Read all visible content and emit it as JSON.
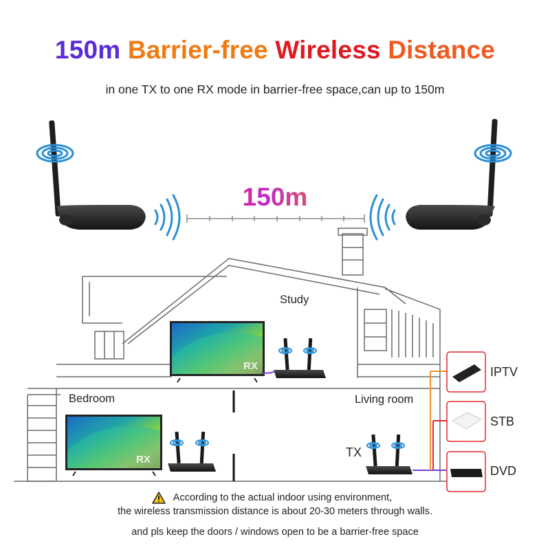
{
  "headline": {
    "part1": "150m",
    "part2": "Barrier-free",
    "part3": "Wireless",
    "part4": "Distance"
  },
  "subtitle": "in one TX to one RX mode in barrier-free space,can up to 150m",
  "distance_label": "150m",
  "rooms": {
    "study": "Study",
    "bedroom": "Bedroom",
    "living_room": "Living room"
  },
  "tv_labels": {
    "study_tv": "RX",
    "bedroom_tv": "RX"
  },
  "tx_label": "TX",
  "devices": {
    "iptv": "IPTV",
    "stb": "STB",
    "dvd": "DVD"
  },
  "note": {
    "line1": "According to the actual indoor using environment,",
    "line2": "the wireless transmission distance is about 20-30 meters through walls.",
    "line3": "and pls keep the doors / windows open to be a barrier-free space"
  },
  "icons": [
    "wifi-signal-icon",
    "warning-icon",
    "antenna-icon"
  ],
  "colors": {
    "headline_blue_purple": "#5a2bd6",
    "headline_orange": "#f07a12",
    "headline_red": "#e3171f",
    "headline_orange_red": "#f05a1e",
    "wire_red": "#e0262e",
    "wire_purple": "#7a3fd0",
    "wire_orange": "#f0902a",
    "wifi_blue": "#2a8fd6"
  }
}
